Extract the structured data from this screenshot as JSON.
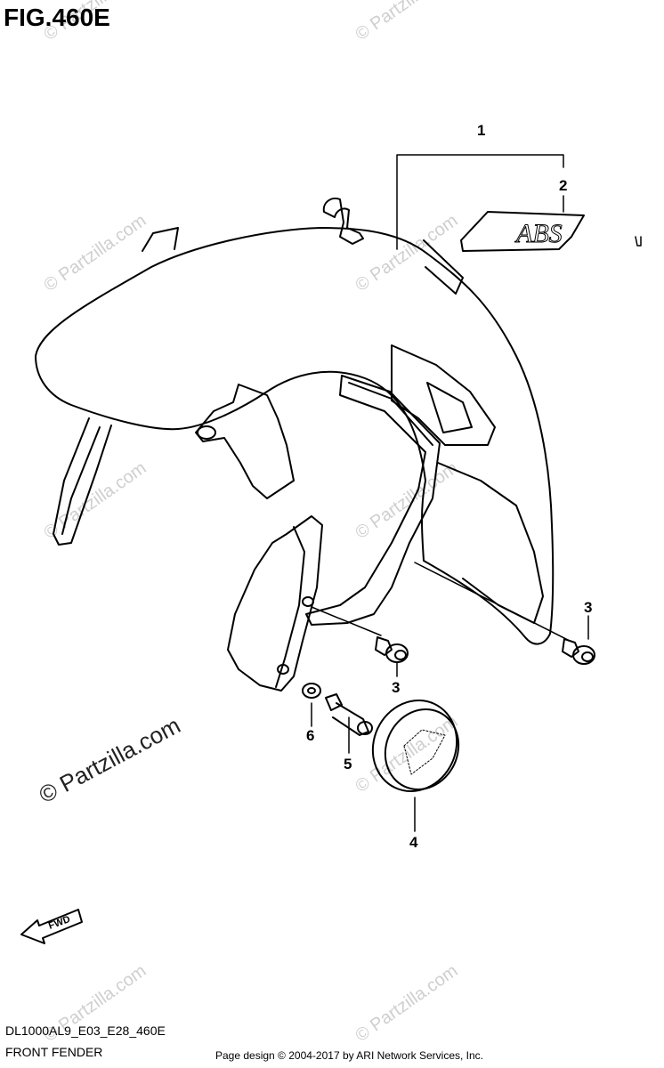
{
  "figure": {
    "title": "FIG.460E",
    "code": "DL1000AL9_E03_E28_460E",
    "section": "FRONT FENDER",
    "credit": "Page design © 2004-2017 by ARI Network Services, Inc."
  },
  "watermark": {
    "text": "© Partzilla.com",
    "color": "#cfcfcf"
  },
  "callouts": {
    "c1": "1",
    "c2": "2",
    "c3a": "3",
    "c3b": "3",
    "c4": "4",
    "c5": "5",
    "c6": "6"
  },
  "labels": {
    "fwd": "FWD"
  }
}
